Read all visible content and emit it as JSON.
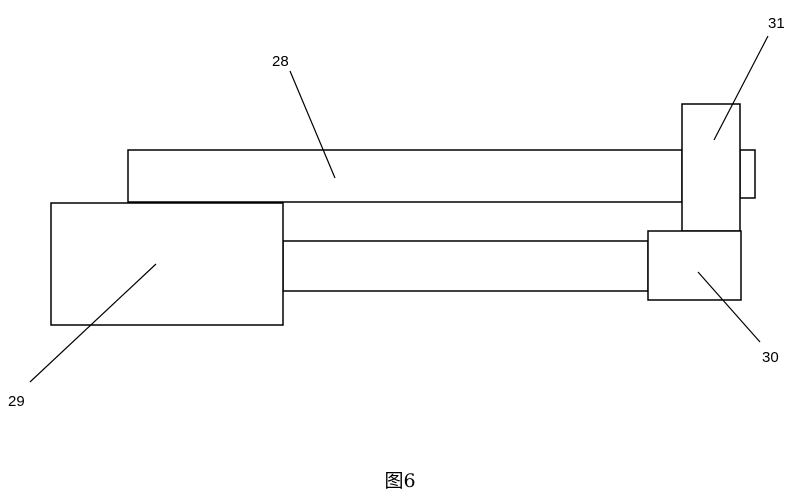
{
  "labels": {
    "ref_28": "28",
    "ref_29": "29",
    "ref_30": "30",
    "ref_31": "31"
  },
  "caption": "图6",
  "colors": {
    "stroke": "#000000",
    "background": "#ffffff"
  }
}
